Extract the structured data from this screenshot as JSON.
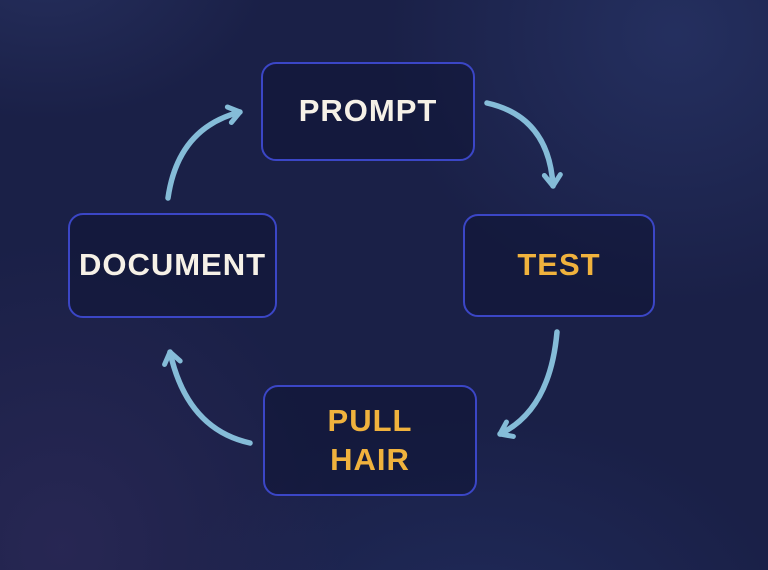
{
  "diagram": {
    "description": "Circular four-step development cycle diagram on dark navy background",
    "nodes": [
      {
        "id": "prompt",
        "label": "PROMPT",
        "text_color": "#f6f1e7"
      },
      {
        "id": "test",
        "label": "TEST",
        "text_color": "#f0b23d"
      },
      {
        "id": "pull_hair",
        "label": "PULL HAIR",
        "text_color": "#f0b23d"
      },
      {
        "id": "document",
        "label": "DOCUMENT",
        "text_color": "#f6f1e7"
      }
    ],
    "edges": [
      {
        "from": "prompt",
        "to": "test"
      },
      {
        "from": "test",
        "to": "pull_hair"
      },
      {
        "from": "pull_hair",
        "to": "document"
      },
      {
        "from": "document",
        "to": "prompt"
      }
    ],
    "colors": {
      "background": "#1a2047",
      "node_border": "#3b46c6",
      "node_fill": "rgba(14,18,48,0.45)",
      "arrow": "#85bcd8",
      "text_white": "#f6f1e7",
      "text_yellow": "#f0b23d"
    }
  }
}
